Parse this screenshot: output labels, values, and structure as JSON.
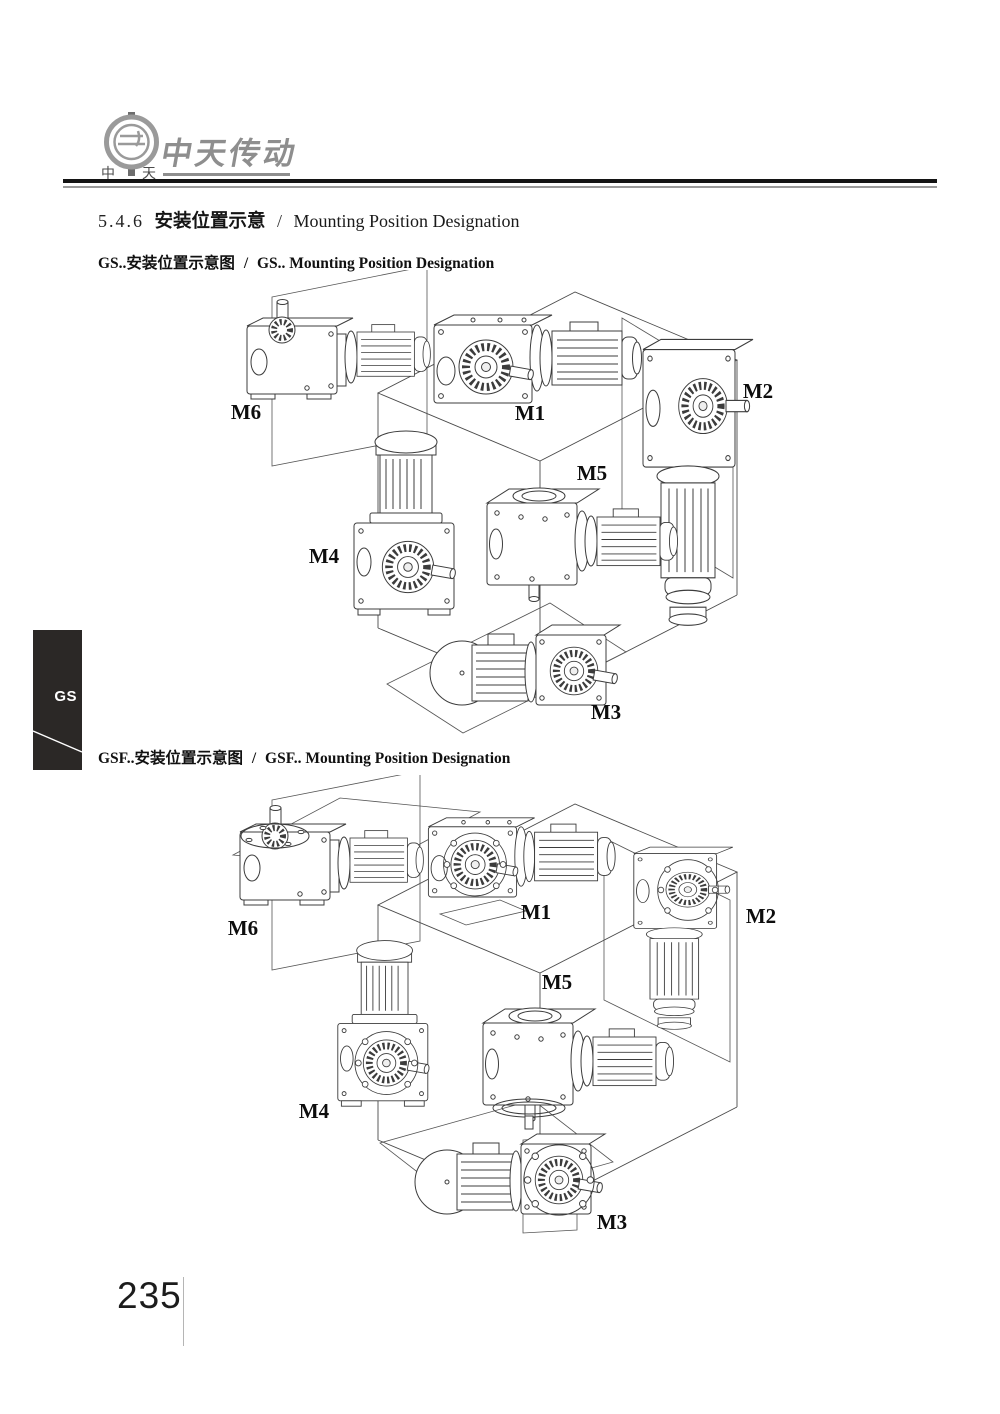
{
  "header": {
    "emblem": {
      "left_char": "中",
      "right_char": "天"
    },
    "brand": "中天传动",
    "title": {
      "number": "5.4.6",
      "zh": "安装位置示意",
      "sep": "/",
      "en": "Mounting Position Designation"
    }
  },
  "sections": [
    {
      "id": "gs",
      "heading": {
        "zh": "GS..安装位置示意图",
        "sep": "/",
        "en": "GS.. Mounting Position Designation"
      },
      "labels": [
        {
          "id": "M6",
          "text": "M6"
        },
        {
          "id": "M1",
          "text": "M1"
        },
        {
          "id": "M2",
          "text": "M2"
        },
        {
          "id": "M4",
          "text": "M4"
        },
        {
          "id": "M5",
          "text": "M5"
        },
        {
          "id": "M3",
          "text": "M3"
        }
      ]
    },
    {
      "id": "gsf",
      "heading": {
        "zh": "GSF..安装位置示意图",
        "sep": "/",
        "en": "GSF.. Mounting Position Designation"
      },
      "labels": [
        {
          "id": "M6",
          "text": "M6"
        },
        {
          "id": "M1",
          "text": "M1"
        },
        {
          "id": "M2",
          "text": "M2"
        },
        {
          "id": "M4",
          "text": "M4"
        },
        {
          "id": "M5",
          "text": "M5"
        },
        {
          "id": "M3",
          "text": "M3"
        }
      ]
    }
  ],
  "sidebar": {
    "tab_label": "GS"
  },
  "footer": {
    "page_number": "235"
  },
  "colors": {
    "line_art": "#3c3c3c",
    "brand_gray": "#8e8e8e",
    "tab_bg": "#2b2826"
  }
}
